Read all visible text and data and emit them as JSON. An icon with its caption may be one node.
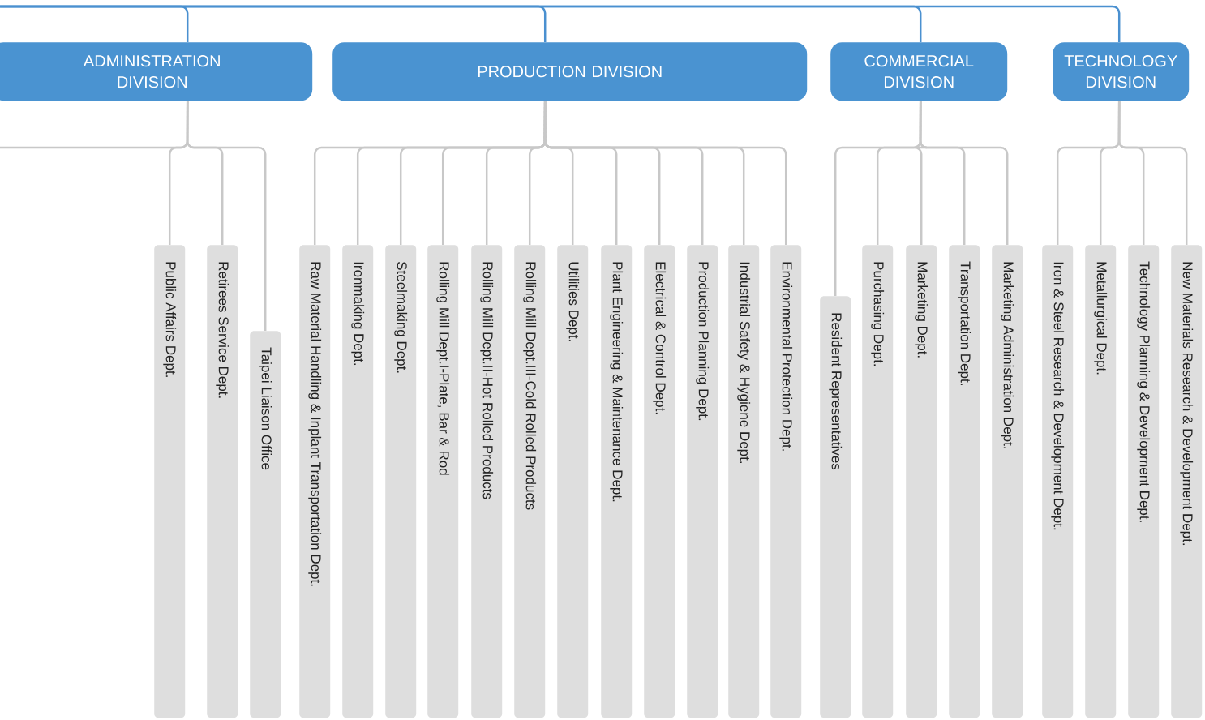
{
  "diagram": {
    "nodes": [
      {
        "text": [
          "ADMINISTRATION DIVISION"
        ]
      },
      {
        "text": [
          "PRODUCTION DIVISION"
        ]
      },
      {
        "text": [
          "COMMERCIAL DIVISION"
        ]
      },
      {
        "text": [
          "TECHNOLOGY DIVISION"
        ]
      },
      {
        "text": [
          "Public Affairs Dept."
        ]
      },
      {
        "text": [
          "Retirees Service Dept."
        ]
      },
      {
        "text": [
          "Taipei Liaison Office"
        ]
      },
      {
        "text": [
          "Raw Material Handling & Inplant Transportation Dept."
        ]
      },
      {
        "text": [
          "Ironmaking Dept."
        ]
      },
      {
        "text": [
          "Steelmaking Dept."
        ]
      },
      {
        "text": [
          "Rolling Mill Dept.I-Plate, Bar & Rod"
        ]
      },
      {
        "text": [
          "Rolling Mill Dept.II-Hot Rolled Products"
        ]
      },
      {
        "text": [
          "Rolling Mill Dept.III-Cold Rolled Products"
        ]
      },
      {
        "text": [
          "Utilities Dept."
        ]
      },
      {
        "text": [
          "Plant Engineering & Maintenance Dept."
        ]
      },
      {
        "text": [
          "Electrical & Control Dept."
        ]
      },
      {
        "text": [
          "Production Planning Dept."
        ]
      },
      {
        "text": [
          "Industrial Safety & Hygiene Dept."
        ]
      },
      {
        "text": [
          "Environmental Protection Dept."
        ]
      },
      {
        "text": [
          "Resident Representatives"
        ]
      },
      {
        "text": [
          "Purchasing Dept."
        ]
      },
      {
        "text": [
          "Marketing Dept."
        ]
      },
      {
        "text": [
          "Transportation Dept."
        ]
      },
      {
        "text": [
          "Marketing Administration Dept."
        ]
      },
      {
        "text": [
          "Iron & Steel Research & Development Dept."
        ]
      },
      {
        "text": [
          "Metallurgical Dept."
        ]
      },
      {
        "text": [
          "Technology Planning & Development Dept."
        ]
      },
      {
        "text": [
          "New Materials Research & Development Dept."
        ]
      }
    ],
    "edges": [
      {
        "from": null,
        "to": 0,
        "arrow": "none",
        "color": "#4a90d0"
      },
      {
        "from": null,
        "to": 1,
        "arrow": "none",
        "color": "#4a90d0"
      },
      {
        "from": null,
        "to": 2,
        "arrow": "none",
        "color": "#4a90d0"
      },
      {
        "from": null,
        "to": 3,
        "arrow": "none",
        "color": "#4a90d0"
      },
      {
        "from": 0,
        "to": null,
        "arrow": "none"
      },
      {
        "from": 0,
        "to": 4,
        "arrow": "none"
      },
      {
        "from": 0,
        "to": 5,
        "arrow": "none"
      },
      {
        "from": 0,
        "to": 6,
        "arrow": "none"
      },
      {
        "from": 1,
        "to": 7,
        "arrow": "none"
      },
      {
        "from": 1,
        "to": 8,
        "arrow": "none"
      },
      {
        "from": 1,
        "to": 9,
        "arrow": "none"
      },
      {
        "from": 1,
        "to": 10,
        "arrow": "none"
      },
      {
        "from": 1,
        "to": 11,
        "arrow": "none"
      },
      {
        "from": 1,
        "to": 12,
        "arrow": "none"
      },
      {
        "from": 1,
        "to": 13,
        "arrow": "none"
      },
      {
        "from": 1,
        "to": 14,
        "arrow": "none"
      },
      {
        "from": 1,
        "to": 15,
        "arrow": "none"
      },
      {
        "from": 1,
        "to": 16,
        "arrow": "none"
      },
      {
        "from": 1,
        "to": 17,
        "arrow": "none"
      },
      {
        "from": 1,
        "to": 18,
        "arrow": "none"
      },
      {
        "from": 2,
        "to": 19,
        "arrow": "none"
      },
      {
        "from": 2,
        "to": 20,
        "arrow": "none"
      },
      {
        "from": 2,
        "to": 21,
        "arrow": "none"
      },
      {
        "from": 2,
        "to": 22,
        "arrow": "none"
      },
      {
        "from": 2,
        "to": 23,
        "arrow": "none"
      },
      {
        "from": 3,
        "to": 24,
        "arrow": "none"
      },
      {
        "from": 3,
        "to": 25,
        "arrow": "none"
      },
      {
        "from": 3,
        "to": 26,
        "arrow": "none"
      },
      {
        "from": 3,
        "to": 27,
        "arrow": "none"
      }
    ]
  }
}
